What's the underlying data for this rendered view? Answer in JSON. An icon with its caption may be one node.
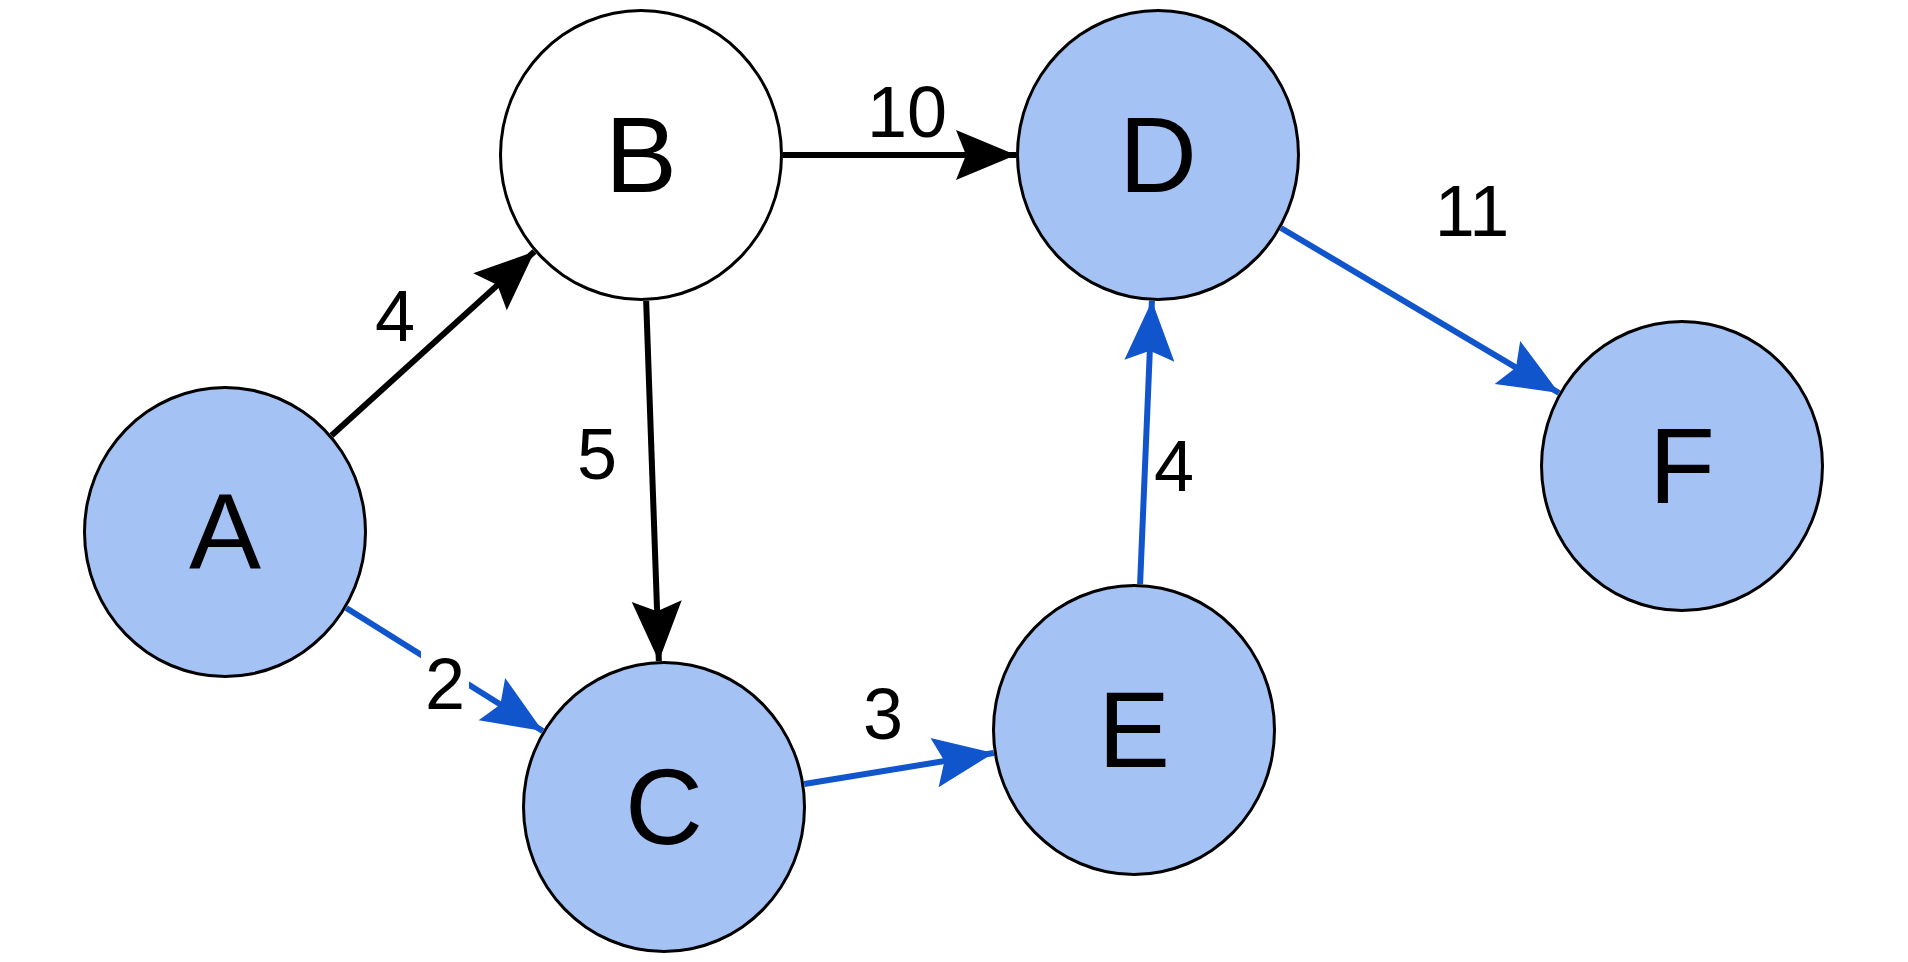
{
  "diagram": {
    "nodes": [
      {
        "text": [
          "A"
        ]
      },
      {
        "text": [
          "B"
        ]
      },
      {
        "text": [
          "C"
        ]
      },
      {
        "text": [
          "D"
        ]
      },
      {
        "text": [
          "E"
        ]
      },
      {
        "text": [
          "F"
        ]
      }
    ],
    "edges": [
      {
        "from": 0,
        "to": 1,
        "arrow": "to",
        "label": "4",
        "color": "#000000"
      },
      {
        "from": 0,
        "to": 2,
        "arrow": "to",
        "label": "2"
      },
      {
        "from": 1,
        "to": 3,
        "arrow": "to",
        "label": "10",
        "color": "#000000"
      },
      {
        "from": 1,
        "to": 2,
        "arrow": "to",
        "label": "5",
        "color": "#000000"
      },
      {
        "from": 2,
        "to": 4,
        "arrow": "to",
        "label": "3"
      },
      {
        "from": 4,
        "to": 3,
        "arrow": "to",
        "label": "4"
      },
      {
        "from": 3,
        "to": 5,
        "arrow": "to",
        "label": "11"
      }
    ]
  }
}
